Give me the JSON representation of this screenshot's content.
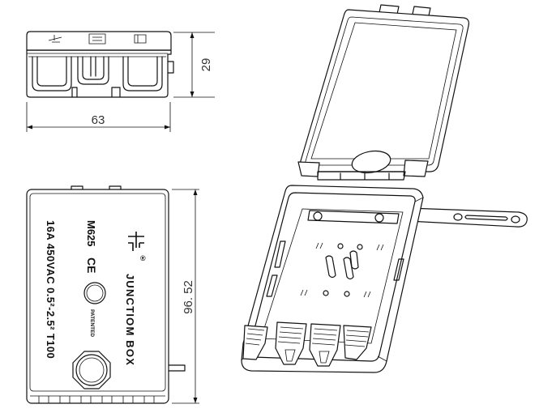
{
  "side_view": {
    "height_dim": "29",
    "width_dim": "63"
  },
  "front_view": {
    "height_dim": "96. 52",
    "rating": "16A 450VAC 0.5²-2.5² T100",
    "model": "M625",
    "ce_mark": "CE",
    "patent": "PATENTED",
    "title": "JUNCTIOM BOX",
    "logo_registered": "®"
  },
  "colors": {
    "line": "#111111",
    "background": "#ffffff"
  }
}
